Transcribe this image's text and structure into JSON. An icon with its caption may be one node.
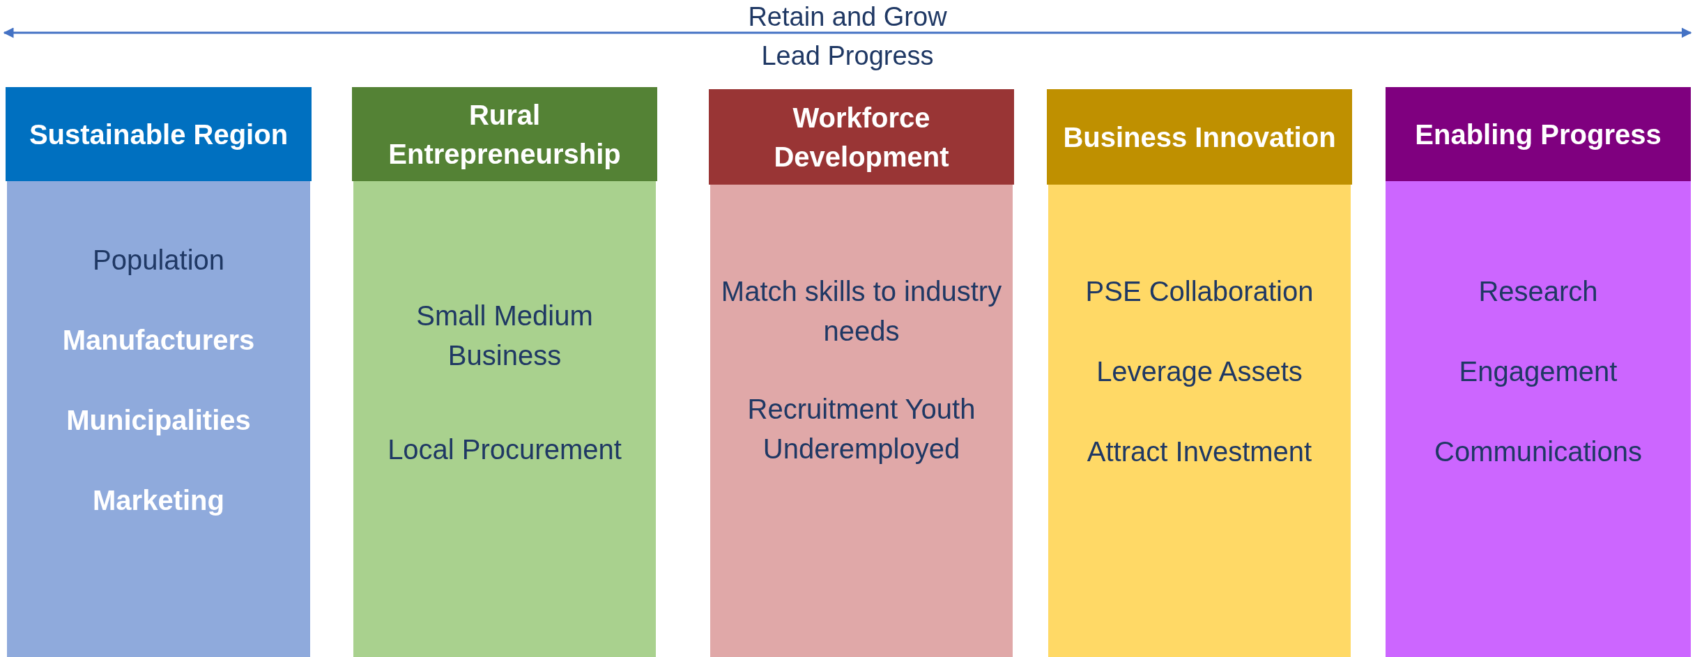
{
  "diagram": {
    "nodes": [
      {
        "text": [
          "Sustainable Region"
        ]
      },
      {
        "text": [
          "Population",
          "Manufacturers",
          "Municipalities",
          "Marketing"
        ]
      },
      {
        "text": [
          "Rural Entrepreneurship"
        ]
      },
      {
        "text": [
          "Small Medium Business",
          "Local Procurement"
        ]
      },
      {
        "text": [
          "Workforce Development"
        ]
      },
      {
        "text": [
          "Match skills to industry needs",
          "Recruitment Youth Underemployed"
        ]
      },
      {
        "text": [
          "Business Innovation"
        ]
      },
      {
        "text": [
          "PSE Collaboration",
          "Leverage Assets",
          "Attract Investment"
        ]
      },
      {
        "text": [
          "Enabling Progress"
        ]
      },
      {
        "text": [
          "Research",
          "Engagement",
          "Communications"
        ]
      }
    ],
    "labels": [
      "Retain and Grow",
      "Lead Progress"
    ]
  }
}
